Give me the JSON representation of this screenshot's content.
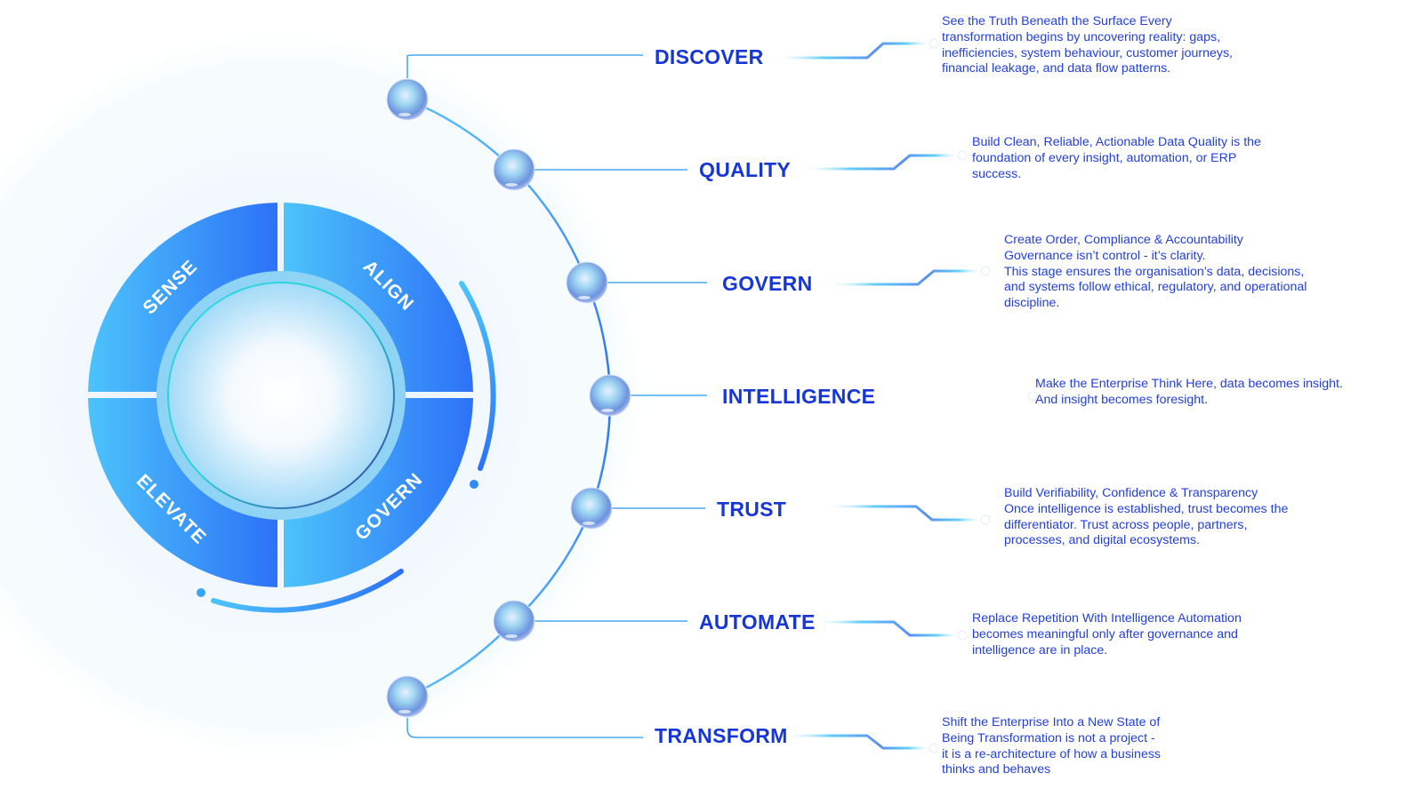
{
  "wheel": {
    "segments": [
      {
        "id": "sense",
        "label": "SENSE"
      },
      {
        "id": "align",
        "label": "ALIGN"
      },
      {
        "id": "govern",
        "label": "GOVERN"
      },
      {
        "id": "elevate",
        "label": "ELEVATE"
      }
    ]
  },
  "stages": [
    {
      "id": "discover",
      "label": "DISCOVER",
      "description": "See the Truth Beneath the Surface Every\ntransformation begins by uncovering reality: gaps,\ninefficiencies, system behaviour, customer journeys,\nfinancial leakage, and data flow patterns."
    },
    {
      "id": "quality",
      "label": "QUALITY",
      "description": "Build Clean, Reliable, Actionable Data Quality is the\nfoundation of every insight, automation, or ERP\nsuccess."
    },
    {
      "id": "govern",
      "label": "GOVERN",
      "description": "Create Order, Compliance & Accountability\nGovernance isn’t control - it’s clarity.\nThis stage ensures the organisation’s data, decisions,\nand systems follow ethical, regulatory, and operational\ndiscipline."
    },
    {
      "id": "intelligence",
      "label": "INTELLIGENCE",
      "description": "Make the Enterprise Think Here, data becomes insight.\nAnd insight becomes foresight."
    },
    {
      "id": "trust",
      "label": "TRUST",
      "description": "Build Verifiability, Confidence & Transparency\nOnce intelligence is established, trust becomes the\ndifferentiator. Trust across people, partners,\nprocesses, and digital ecosystems."
    },
    {
      "id": "automate",
      "label": "AUTOMATE",
      "description": "Replace Repetition With Intelligence Automation\nbecomes meaningful only after governance and\nintelligence are in place."
    },
    {
      "id": "transform",
      "label": "TRANSFORM",
      "description": "Shift the Enterprise Into a New State of\nBeing Transformation is not a project -\nit is a re-architecture of how a business\nthinks and behaves"
    }
  ],
  "colors": {
    "label": "#1736d6",
    "description": "#2440d8",
    "segment_light": "#4cc3fb",
    "segment_dark": "#2d72f7",
    "arc": "#2f7df2"
  }
}
